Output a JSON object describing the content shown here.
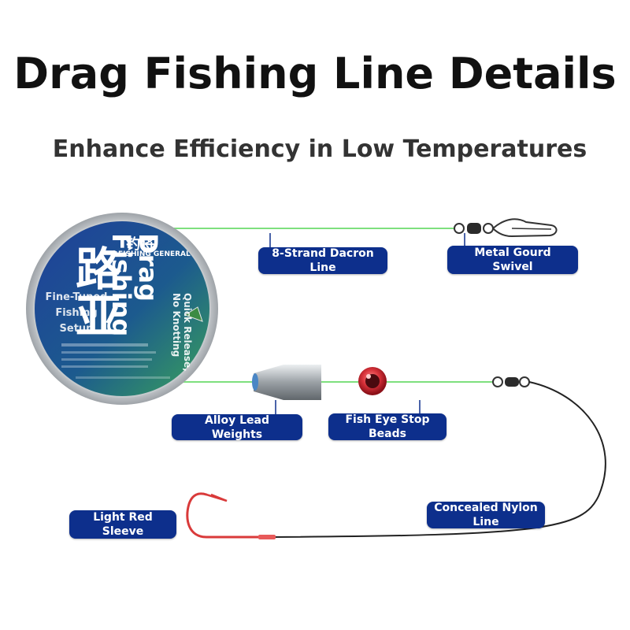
{
  "header": {
    "title": "Drag Fishing Line Details",
    "subtitle": "Enhance Efficiency in Low Temperatures"
  },
  "spool": {
    "brand": "钓将",
    "brand_en": "FISHING GENERAL",
    "big_char": "路亚",
    "product": "Drag Fishing",
    "tagline": "Fine-Tuned Fishing Setup",
    "side_text": "Quick Release, No Knotting"
  },
  "labels": {
    "dacron_line": "8-Strand Dacron Line",
    "gourd_swivel": "Metal Gourd Swivel",
    "lead_weights": "Alloy Lead Weights",
    "stop_beads": "Fish Eye Stop Beads",
    "red_sleeve": "Light Red Sleeve",
    "nylon_line": "Concealed Nylon Line"
  },
  "colors": {
    "label_bg": "#0d2f8c",
    "line_green": "#7ee07e",
    "bead_red": "#d8323a",
    "hook_red": "#d93a3a"
  }
}
